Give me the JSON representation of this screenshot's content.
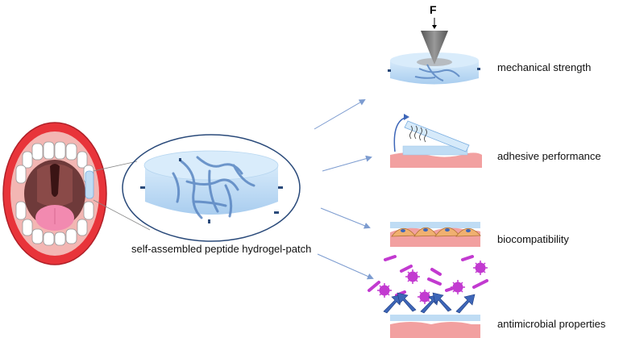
{
  "central_label": "self-assembled peptide hydrogel-patch",
  "force_label": "F",
  "properties": [
    {
      "label": "mechanical strength"
    },
    {
      "label": "adhesive performance"
    },
    {
      "label": "biocompatibility"
    },
    {
      "label": "antimicrobial properties"
    }
  ],
  "colors": {
    "gel": "#bfdcf4",
    "gel_dark": "#8fb8e0",
    "network": "#5a86c2",
    "tissue": "#f2a0a0",
    "lip": "#e8343a",
    "cell": "#f0b070",
    "bacteria": "#c23ad0",
    "arrow": "#7d9cd0",
    "arrow_big": "#3d66b8"
  },
  "icons": [
    "open-mouth-icon",
    "hydrogel-disc-icon",
    "indenter-icon",
    "bacteria-icon"
  ]
}
